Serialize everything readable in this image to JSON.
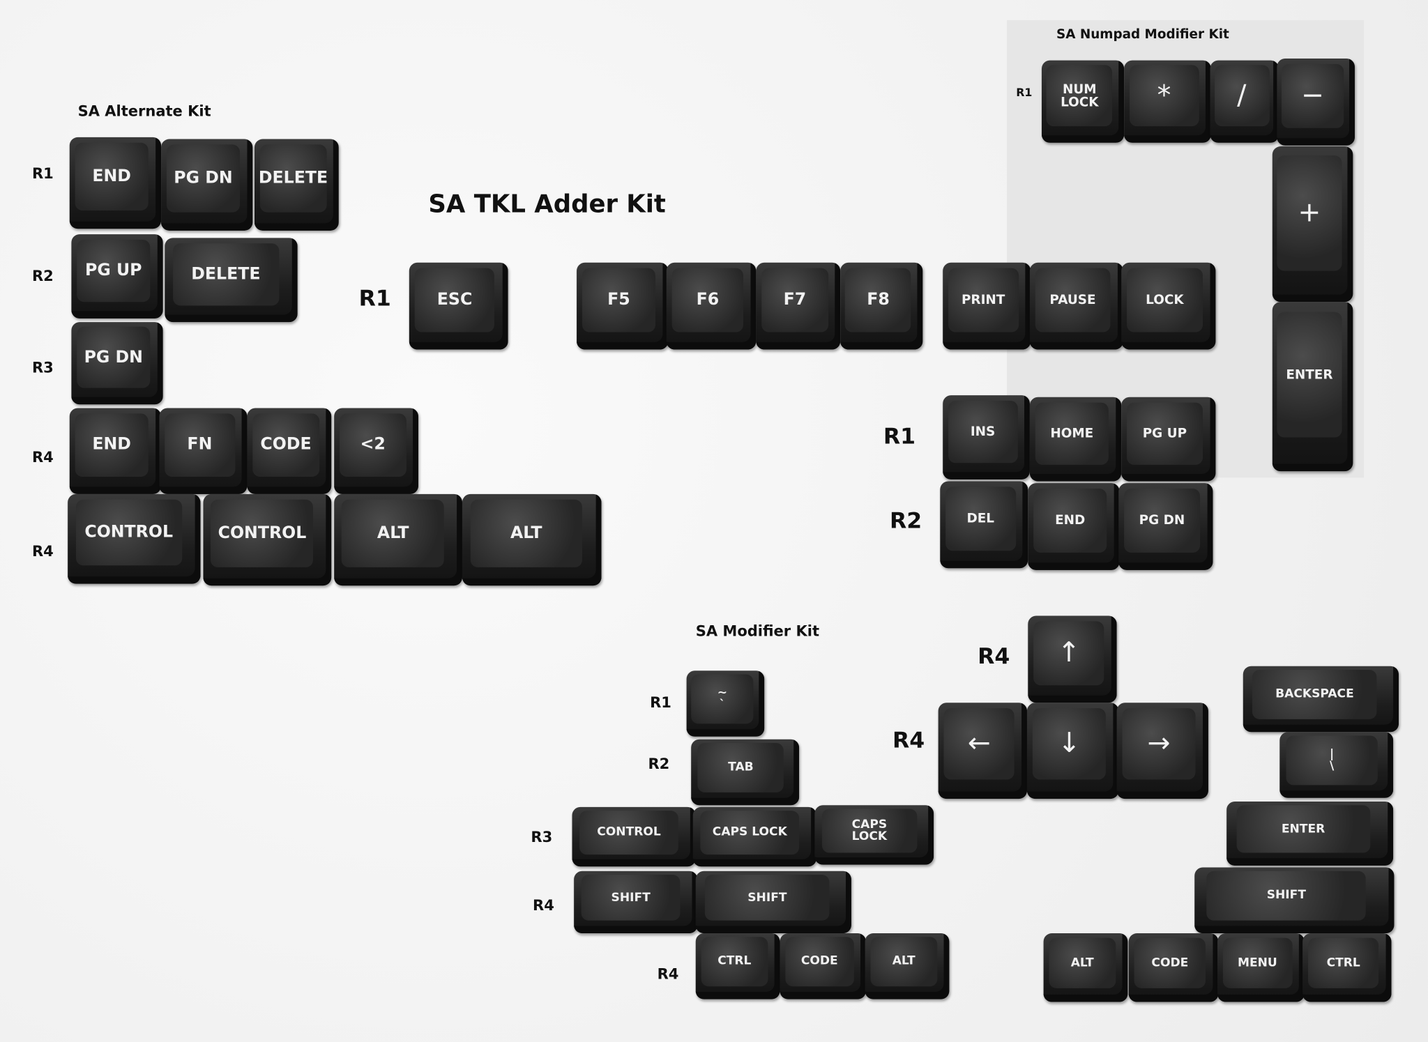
{
  "alternate_kit": {
    "title": "SA Alternate Kit",
    "rows": [
      "R1",
      "R2",
      "R3",
      "R4",
      "R4"
    ],
    "keys": [
      "END",
      "PG DN",
      "DELETE",
      "PG UP",
      "DELETE",
      "PG DN",
      "END",
      "FN",
      "CODE",
      "<2",
      "CONTROL",
      "CONTROL",
      "ALT",
      "ALT"
    ]
  },
  "tkl_adder_kit": {
    "title": "SA TKL Adder Kit",
    "rows": [
      "R1",
      "R1",
      "R2"
    ],
    "keys": [
      "ESC",
      "F5",
      "F6",
      "F7",
      "F8",
      "PRINT",
      "PAUSE",
      "LOCK",
      "INS",
      "HOME",
      "PG UP",
      "DEL",
      "END",
      "PG DN"
    ]
  },
  "numpad_modifier_kit": {
    "title": "SA Numpad Modifier Kit",
    "rows": [
      "R1"
    ],
    "keys": [
      "NUM\nLOCK",
      "*",
      "/",
      "−",
      "+",
      "ENTER"
    ]
  },
  "modifier_kit": {
    "title": "SA Modifier Kit",
    "rows": [
      "R1",
      "R2",
      "R3",
      "R4",
      "R4",
      "R4",
      "R4"
    ],
    "keys": [
      "~\n`",
      "TAB",
      "CONTROL",
      "CAPS LOCK",
      "CAPS\nLOCK",
      "SHIFT",
      "SHIFT",
      "CTRL",
      "CODE",
      "ALT",
      "↑",
      "←",
      "↓",
      "→",
      "BACKSPACE",
      "|\n\\",
      "ENTER",
      "SHIFT",
      "ALT",
      "CODE",
      "MENU",
      "CTRL"
    ]
  }
}
